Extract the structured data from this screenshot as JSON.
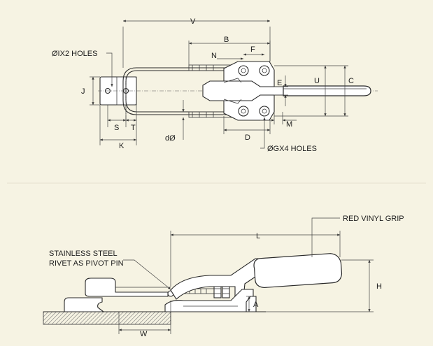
{
  "top_view": {
    "dims": {
      "v": "V",
      "b": "B",
      "n": "N",
      "f": "F",
      "u": "U",
      "c": "C",
      "e": "E",
      "j": "J",
      "s": "S",
      "t": "T",
      "k": "K",
      "d_phi": "dØ",
      "d": "D",
      "m": "M"
    },
    "callouts": {
      "holes_i": "ØIX2 HOLES",
      "holes_g": "ØGX4 HOLES"
    }
  },
  "side_view": {
    "dims": {
      "l": "L",
      "h": "H",
      "a": "A",
      "w": "W"
    },
    "callouts": {
      "grip": "RED VINYL GRIP",
      "rivet_line1": "STAINLESS STEEL",
      "rivet_line2": "RIVET AS PIVOT PIN"
    }
  }
}
